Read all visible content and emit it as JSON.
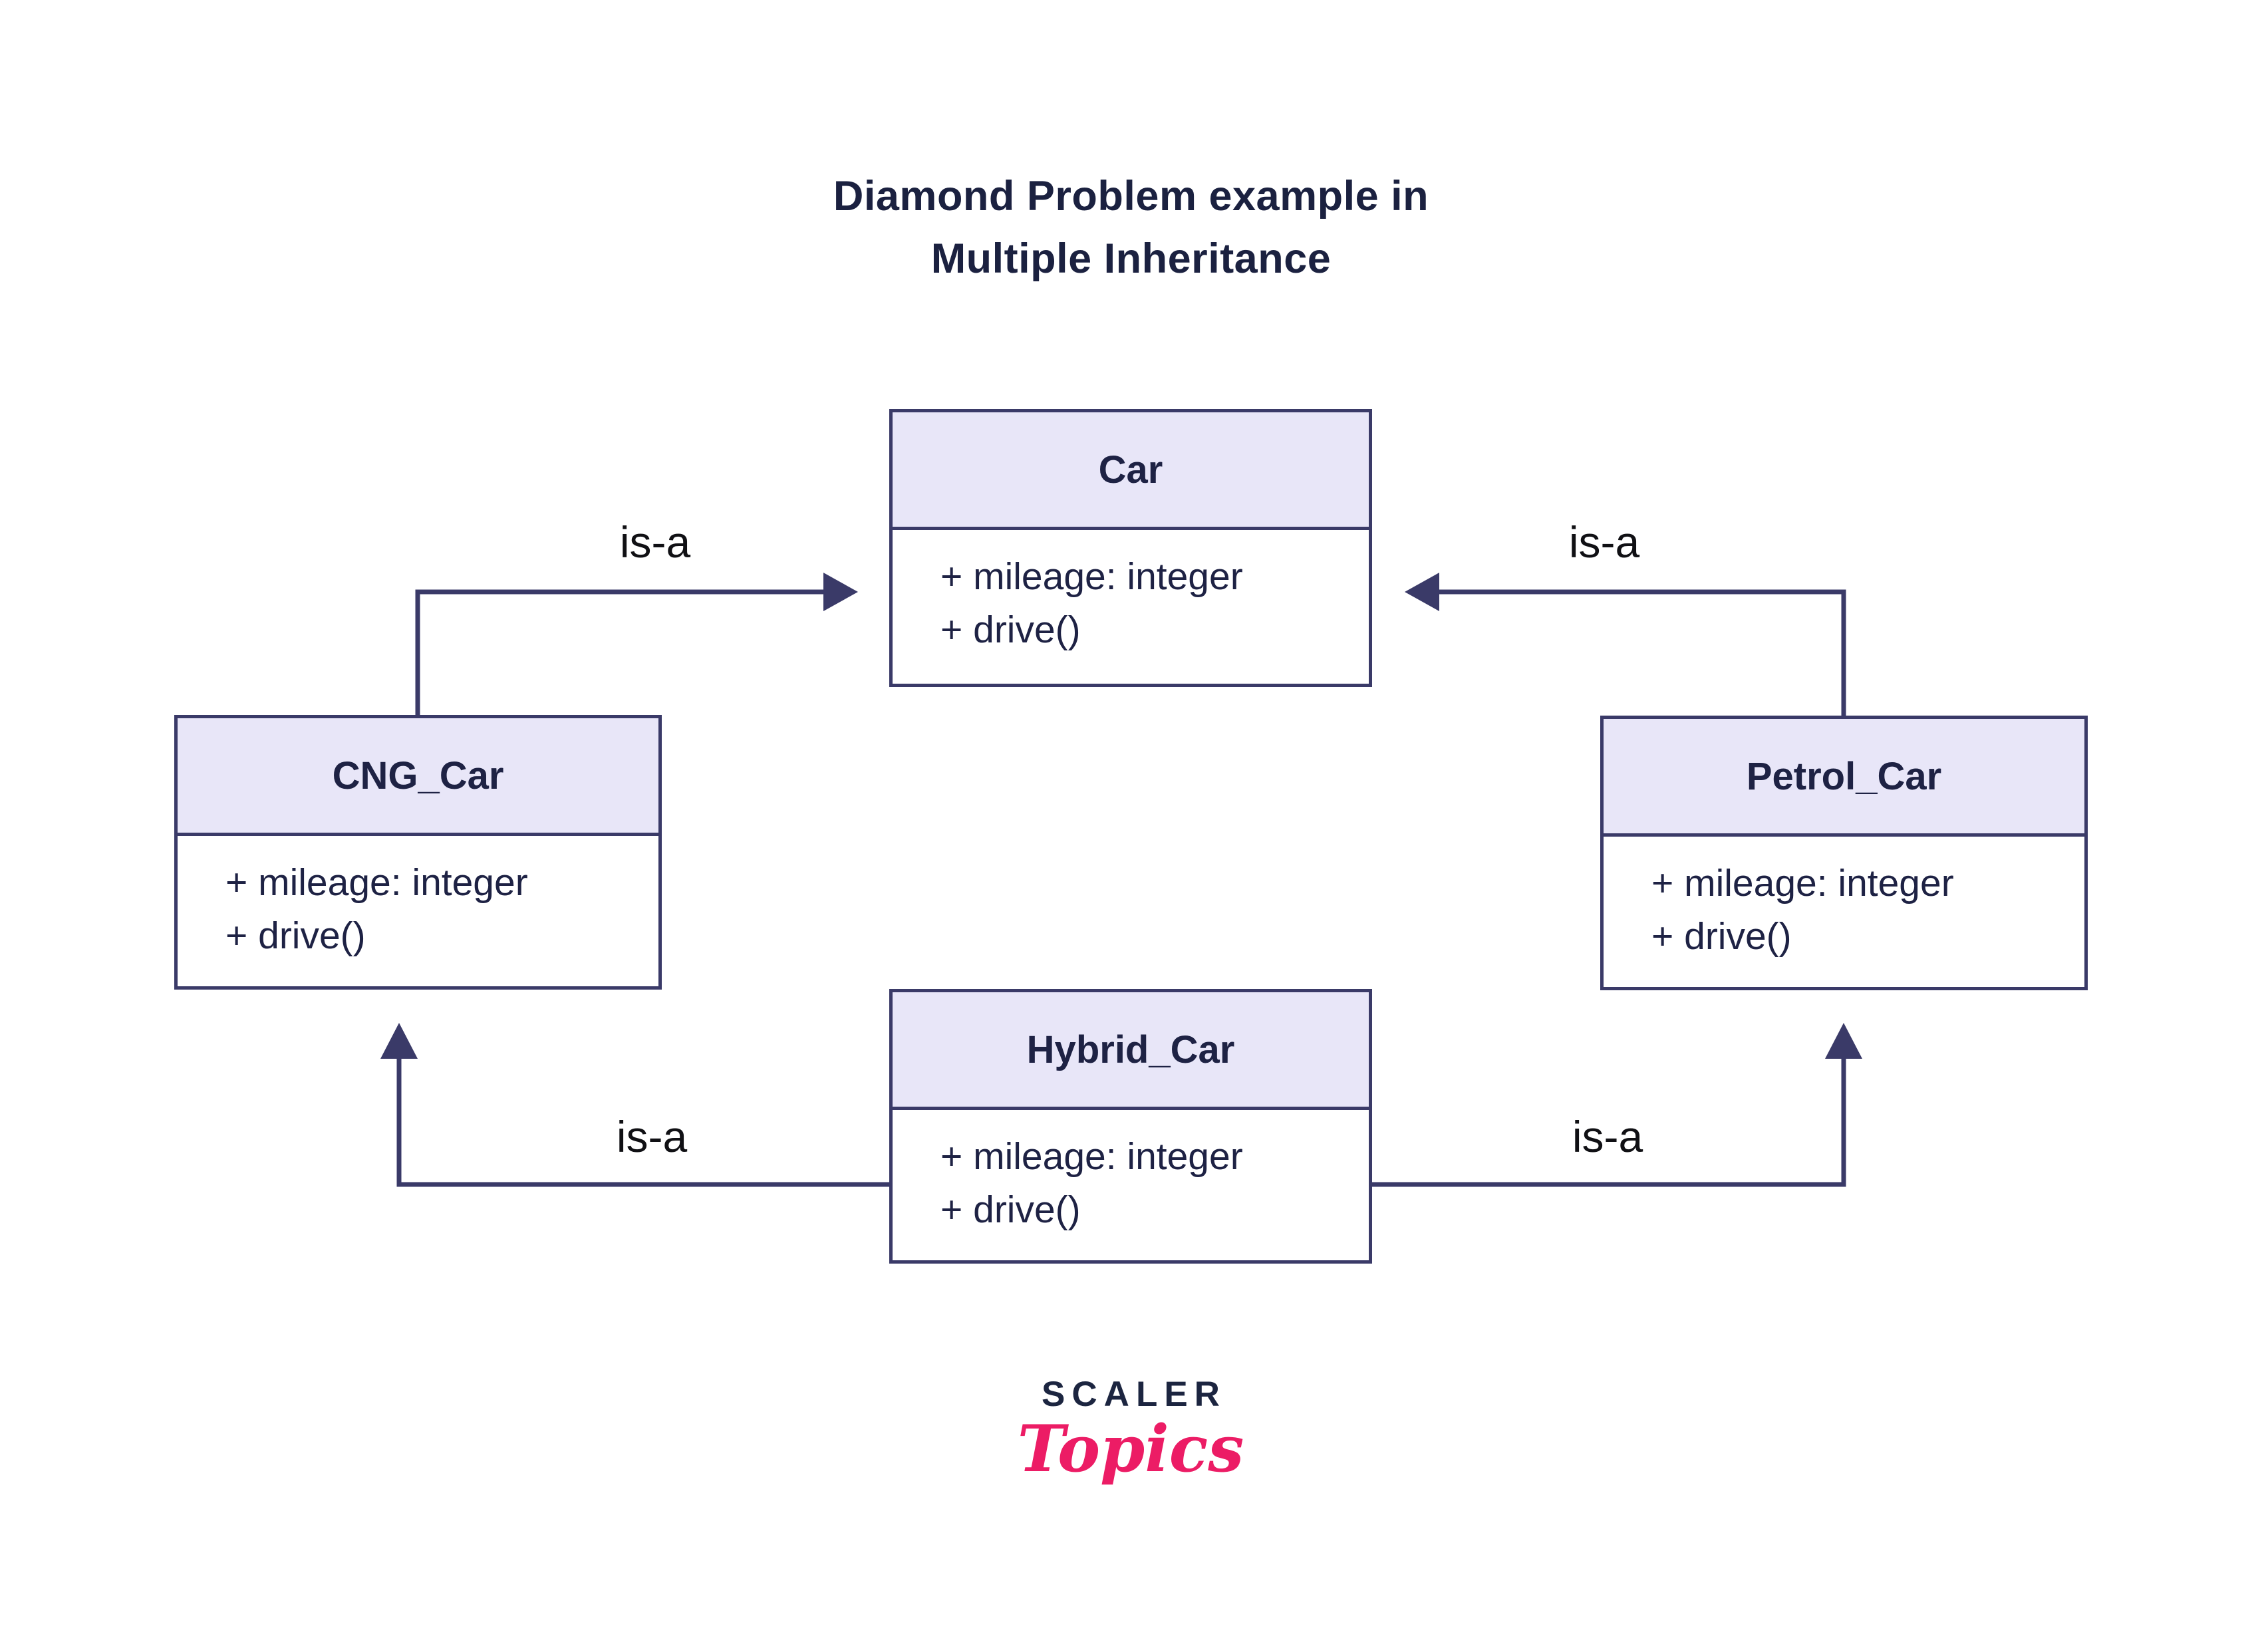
{
  "title": {
    "line1": "Diamond Problem example in",
    "line2": "Multiple Inheritance"
  },
  "classes": [
    {
      "name": "Car",
      "members": [
        "+ mileage: integer",
        "+ drive()"
      ]
    },
    {
      "name": "CNG_Car",
      "members": [
        "+ mileage: integer",
        "+ drive()"
      ]
    },
    {
      "name": "Petrol_Car",
      "members": [
        "+ mileage: integer",
        "+ drive()"
      ]
    },
    {
      "name": "Hybrid_Car",
      "members": [
        "+ mileage: integer",
        "+ drive()"
      ]
    }
  ],
  "relations": [
    {
      "from": "CNG_Car",
      "to": "Car",
      "label": "is-a"
    },
    {
      "from": "Petrol_Car",
      "to": "Car",
      "label": "is-a"
    },
    {
      "from": "Hybrid_Car",
      "to": "CNG_Car",
      "label": "is-a"
    },
    {
      "from": "Hybrid_Car",
      "to": "Petrol_Car",
      "label": "is-a"
    }
  ],
  "logo": {
    "brand": "SCALER",
    "sub": "Topics"
  },
  "colors": {
    "background": "#ffffff",
    "line": "#3a3a68",
    "header_fill": "#e8e6f8",
    "body_fill": "#ffffff",
    "text": "#1e2244",
    "title_text": "#1b2140",
    "label_text": "#101014",
    "brand_navy": "#1c2540",
    "brand_pink": "#ec1c65"
  }
}
